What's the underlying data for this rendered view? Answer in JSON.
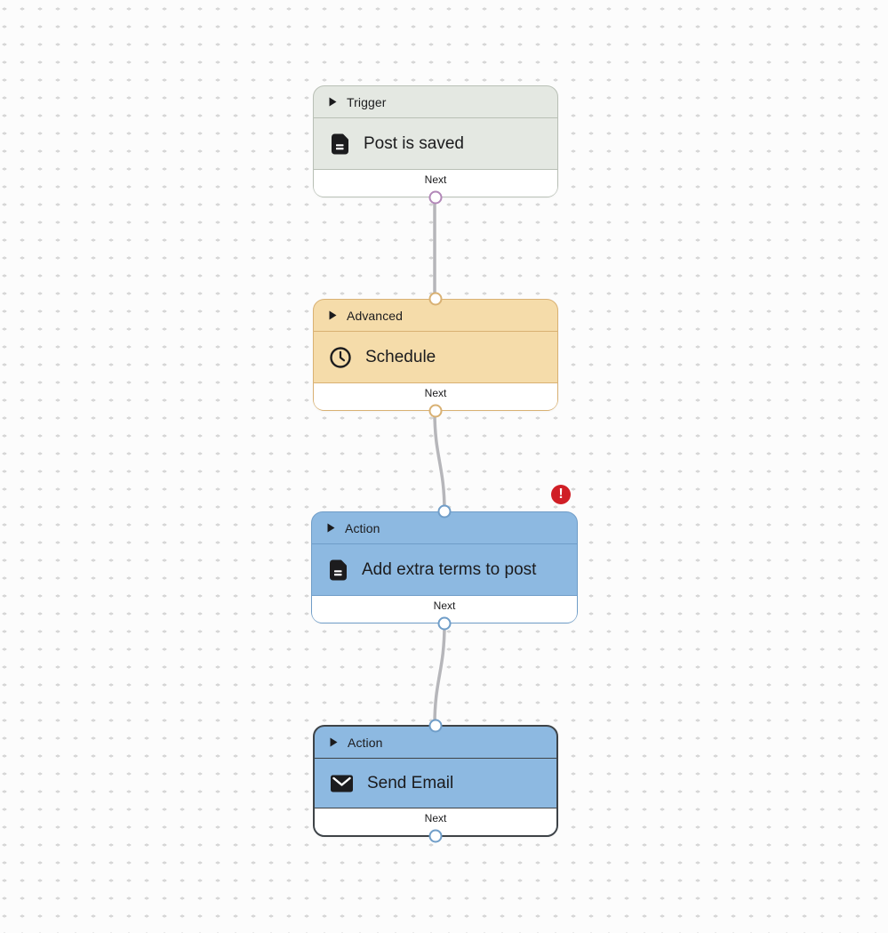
{
  "canvas": {
    "background_color": "#fcfcfc",
    "dot_color": "#d7d7d7",
    "edge_color": "#b6b6ba"
  },
  "error_badge": {
    "symbol": "!",
    "color": "#d01f26",
    "attached_to": "action-add-extra-terms-to-post"
  },
  "nodes": [
    {
      "id": "trigger-post-is-saved",
      "category": "Trigger",
      "title": "Post is saved",
      "icon": "document-icon",
      "footer_label": "Next",
      "selected": false,
      "has_error": false,
      "colors": {
        "background": "#e4e8e2",
        "border": "#b9c0b6",
        "port": "#b287b8"
      }
    },
    {
      "id": "advanced-schedule",
      "category": "Advanced",
      "title": "Schedule",
      "icon": "clock-icon",
      "footer_label": "Next",
      "selected": false,
      "has_error": false,
      "colors": {
        "background": "#f5dcaa",
        "border": "#d9b173",
        "port": "#d9b173"
      }
    },
    {
      "id": "action-add-extra-terms-to-post",
      "category": "Action",
      "title": "Add extra terms to post",
      "icon": "document-icon",
      "footer_label": "Next",
      "selected": false,
      "has_error": true,
      "colors": {
        "background": "#8db9e1",
        "border": "#6f9dc8",
        "port": "#6f9dc8"
      }
    },
    {
      "id": "action-send-email",
      "category": "Action",
      "title": "Send Email",
      "icon": "envelope-icon",
      "footer_label": "Next",
      "selected": true,
      "has_error": false,
      "colors": {
        "background": "#8db9e1",
        "border": "#3e4347",
        "port": "#6f9dc8"
      }
    }
  ],
  "edges": [
    {
      "from": "trigger-post-is-saved",
      "to": "advanced-schedule"
    },
    {
      "from": "advanced-schedule",
      "to": "action-add-extra-terms-to-post"
    },
    {
      "from": "action-add-extra-terms-to-post",
      "to": "action-send-email"
    }
  ]
}
